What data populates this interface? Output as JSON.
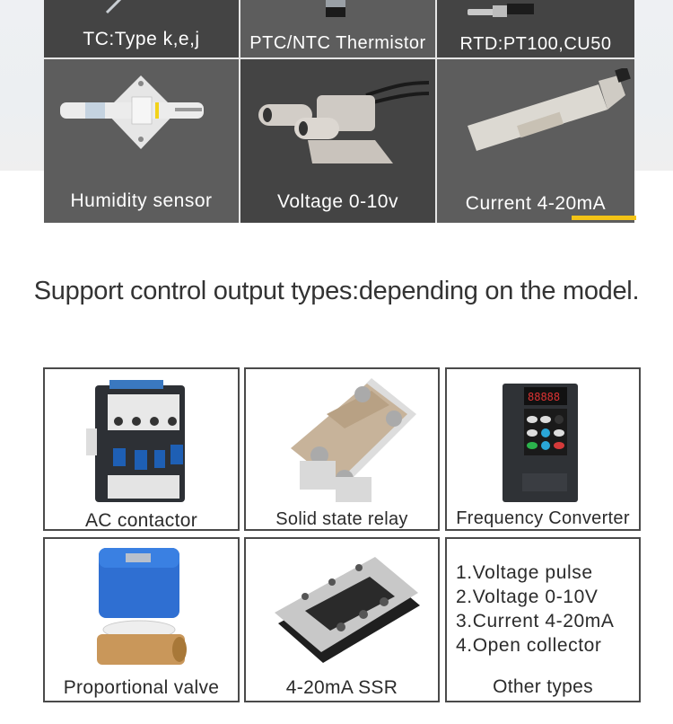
{
  "input_section": {
    "items": [
      {
        "label": "TC:Type k,e,j",
        "icon": "thermocouple-probe-image"
      },
      {
        "label": "PTC/NTC Thermistor",
        "icon": "thermistor-probe-image"
      },
      {
        "label": "RTD:PT100,CU50",
        "icon": "rtd-probe-image"
      },
      {
        "label": "Humidity sensor",
        "icon": "humidity-sensor-image"
      },
      {
        "label": "Voltage 0-10v",
        "icon": "voltage-transmitter-image"
      },
      {
        "label": "Current 4-20mA",
        "icon": "current-transmitter-image"
      }
    ],
    "accent_color": "#f3c316"
  },
  "headline": "Support control output types:depending on the model.",
  "output_section": {
    "items": [
      {
        "label": "AC contactor",
        "icon": "ac-contactor-image"
      },
      {
        "label": "Solid state relay",
        "icon": "solid-state-relay-image"
      },
      {
        "label": "Frequency Converter",
        "icon": "frequency-converter-image"
      },
      {
        "label": "Proportional valve",
        "icon": "proportional-valve-image"
      },
      {
        "label": "4-20mA SSR",
        "icon": "ssr-4-20ma-image"
      }
    ],
    "other_types": {
      "list": [
        "1.Voltage pulse",
        "2.Voltage 0-10V",
        "3.Current 4-20mA",
        "4.Open collector"
      ],
      "label": "Other types"
    }
  }
}
